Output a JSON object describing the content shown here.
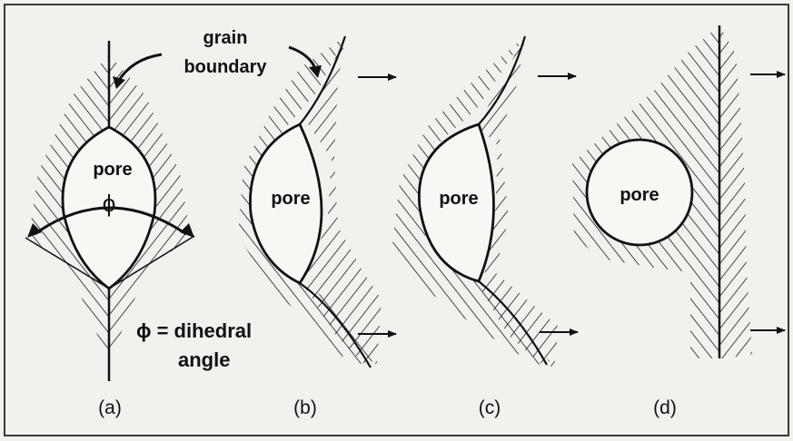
{
  "colors": {
    "background": "#f2f1ee",
    "frame": "#3a3a3a",
    "pore_fill": "#f8f7f3",
    "ink": "#111111"
  },
  "labels": {
    "grain_boundary_line1": "grain",
    "grain_boundary_line2": "boundary",
    "pore": "pore",
    "phi": "ϕ",
    "dihedral_line1": "ϕ = dihedral",
    "dihedral_line2": "angle"
  },
  "panels": [
    {
      "id": "a",
      "caption": "(a)"
    },
    {
      "id": "b",
      "caption": "(b)"
    },
    {
      "id": "c",
      "caption": "(c)"
    },
    {
      "id": "d",
      "caption": "(d)"
    }
  ],
  "icons": [
    "right-arrow-icon",
    "curved-arrow-icon"
  ]
}
